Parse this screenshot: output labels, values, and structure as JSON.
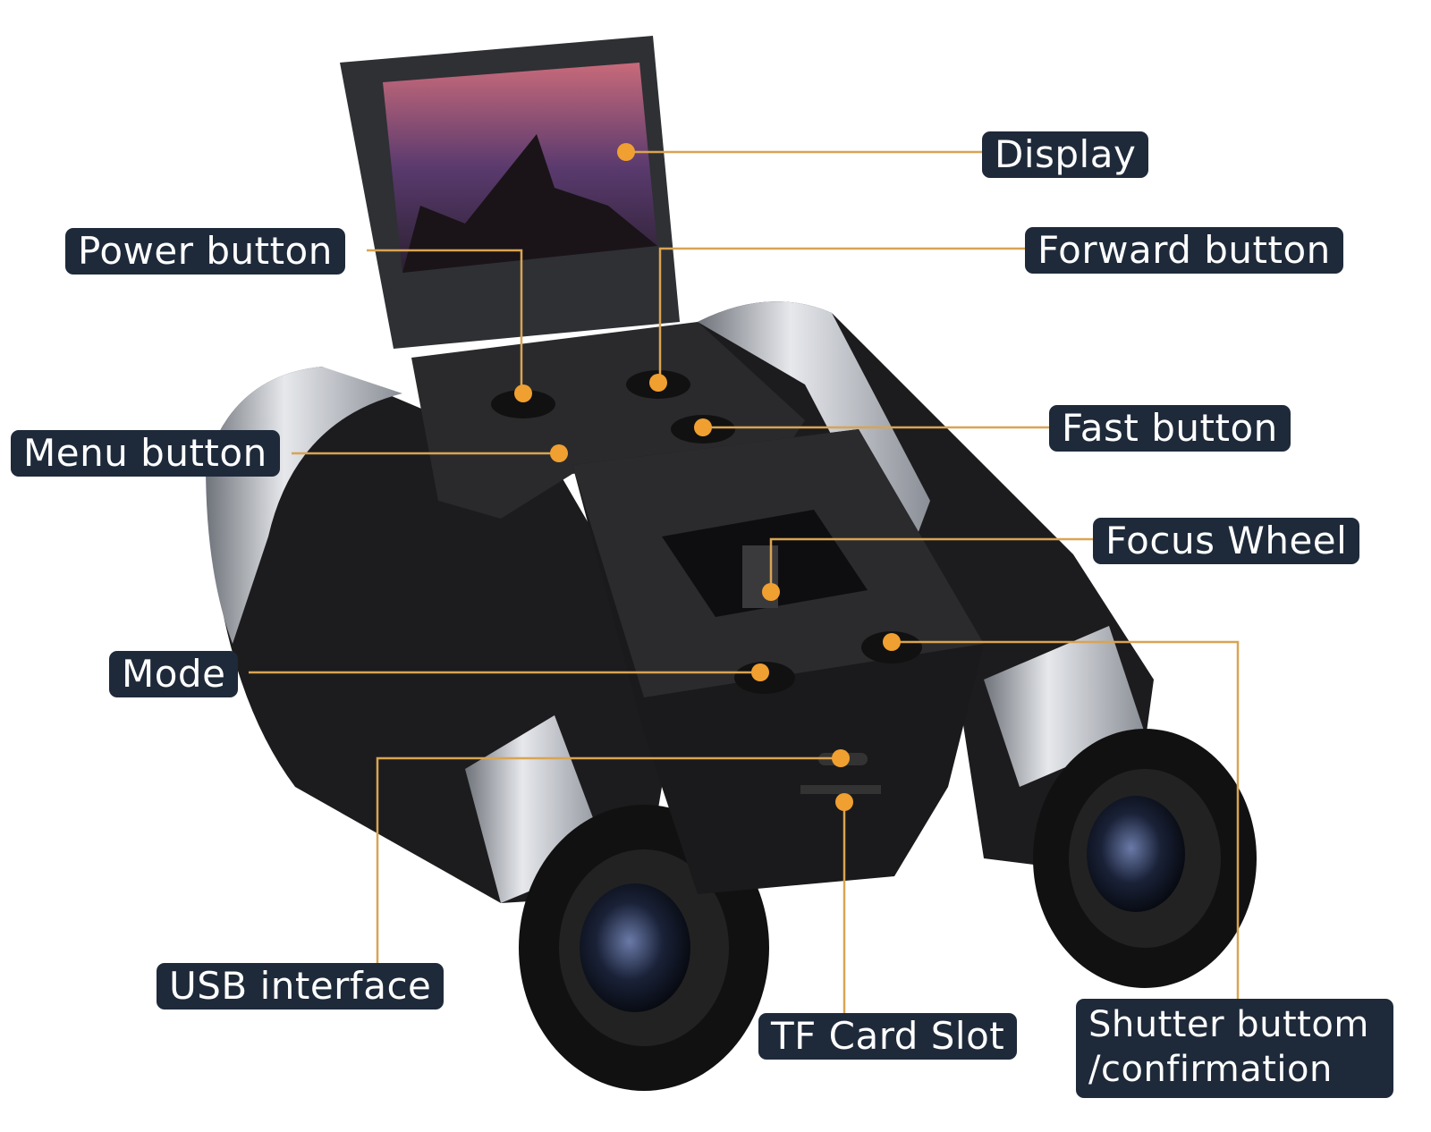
{
  "labels": {
    "display": "Display",
    "power": "Power button",
    "forward": "Forward button",
    "menu": "Menu button",
    "fast": "Fast button",
    "focus": "Focus Wheel",
    "mode": "Mode",
    "usb": "USB interface",
    "tf": "TF Card Slot",
    "shutter_line1": "Shutter buttom",
    "shutter_line2": "/confirmation"
  },
  "colors": {
    "label_bg": "#1e2a3a",
    "label_text": "#ffffff",
    "leader_line": "#d9a453",
    "dot": "#f0a030"
  }
}
